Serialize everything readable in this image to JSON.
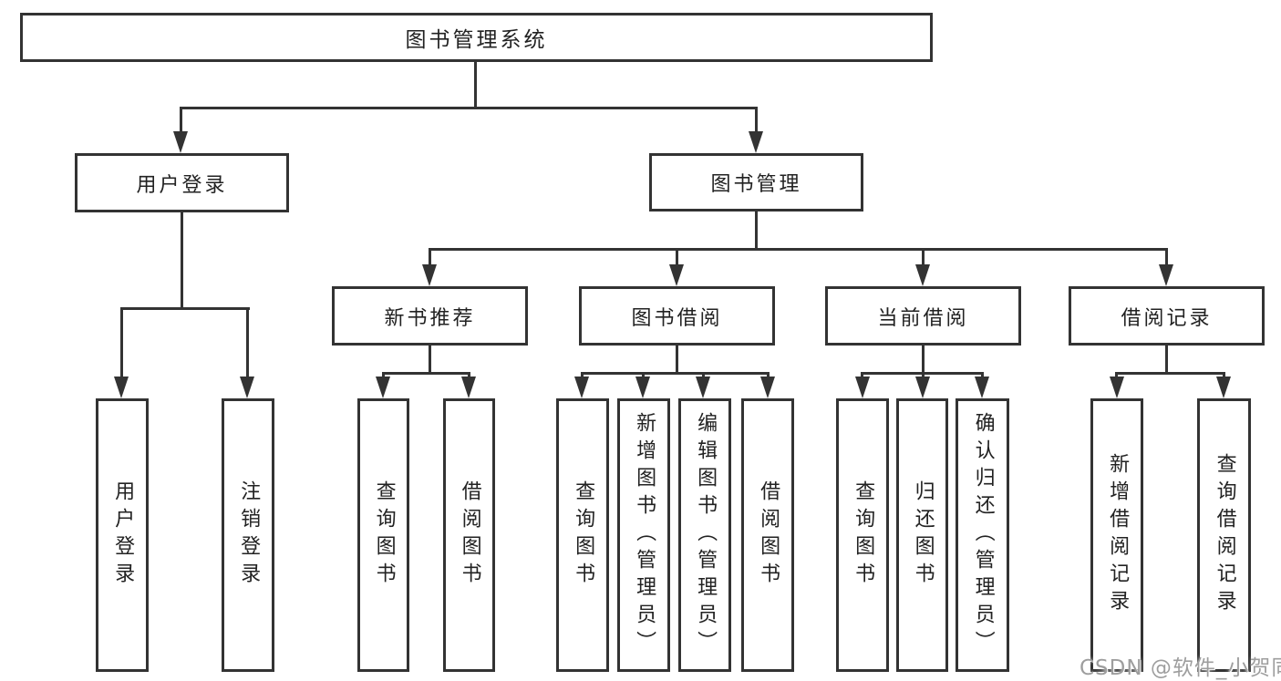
{
  "diagram": {
    "root": {
      "label": "图书管理系统"
    },
    "level2": {
      "user_login": {
        "label": "用户登录"
      },
      "book_mgmt": {
        "label": "图书管理"
      }
    },
    "level3": {
      "new_books": {
        "label": "新书推荐"
      },
      "book_borrow": {
        "label": "图书借阅"
      },
      "current_borrow": {
        "label": "当前借阅"
      },
      "borrow_records": {
        "label": "借阅记录"
      }
    },
    "leaves": {
      "user_login": [
        "用户登录",
        "注销登录"
      ],
      "new_books": [
        "查询图书",
        "借阅图书"
      ],
      "book_borrow": [
        "查询图书",
        "新增图书（管理员）",
        "编辑图书（管理员）",
        "借阅图书"
      ],
      "current_borrow": [
        "查询图书",
        "归还图书",
        "确认归还（管理员）"
      ],
      "borrow_records": [
        "新增借阅记录",
        "查询借阅记录"
      ]
    },
    "watermark": "CSDN @软件_小贺同学",
    "colors": {
      "line": "#333333",
      "border": "#333333",
      "text": "#222222",
      "watermark": "#9e9e9e",
      "background": "#ffffff"
    }
  }
}
